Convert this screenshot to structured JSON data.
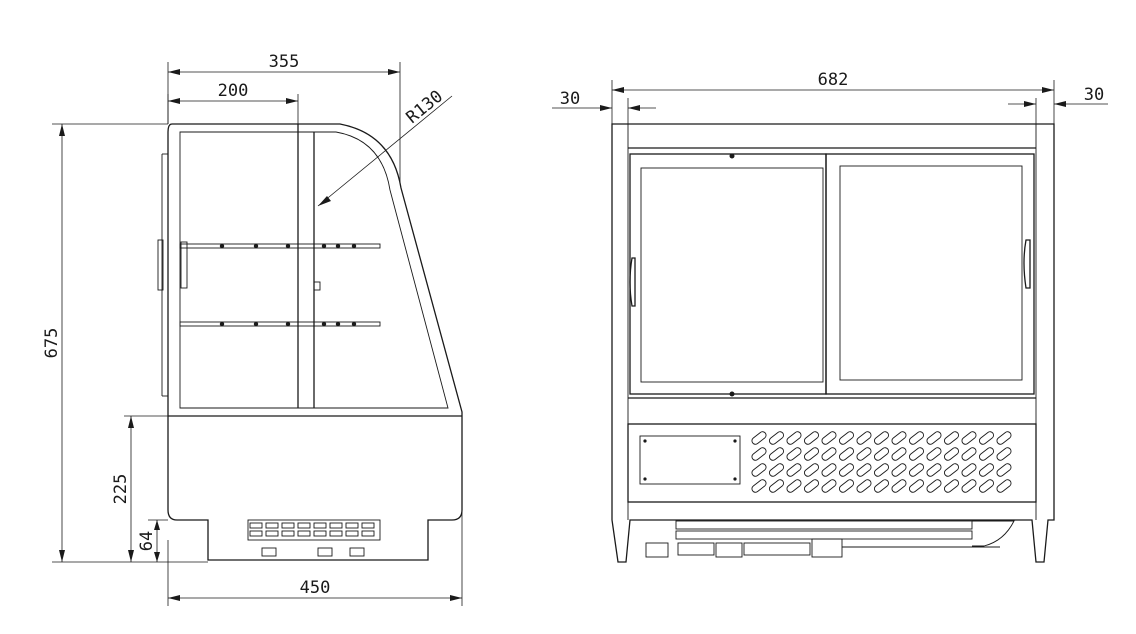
{
  "dimensions": {
    "side_depth": "355",
    "shelf_depth": "200",
    "front_radius": "R130",
    "total_height": "675",
    "base_height": "225",
    "foot_height": "64",
    "base_depth": "450",
    "front_width": "682",
    "left_margin": "30",
    "right_margin": "30"
  }
}
